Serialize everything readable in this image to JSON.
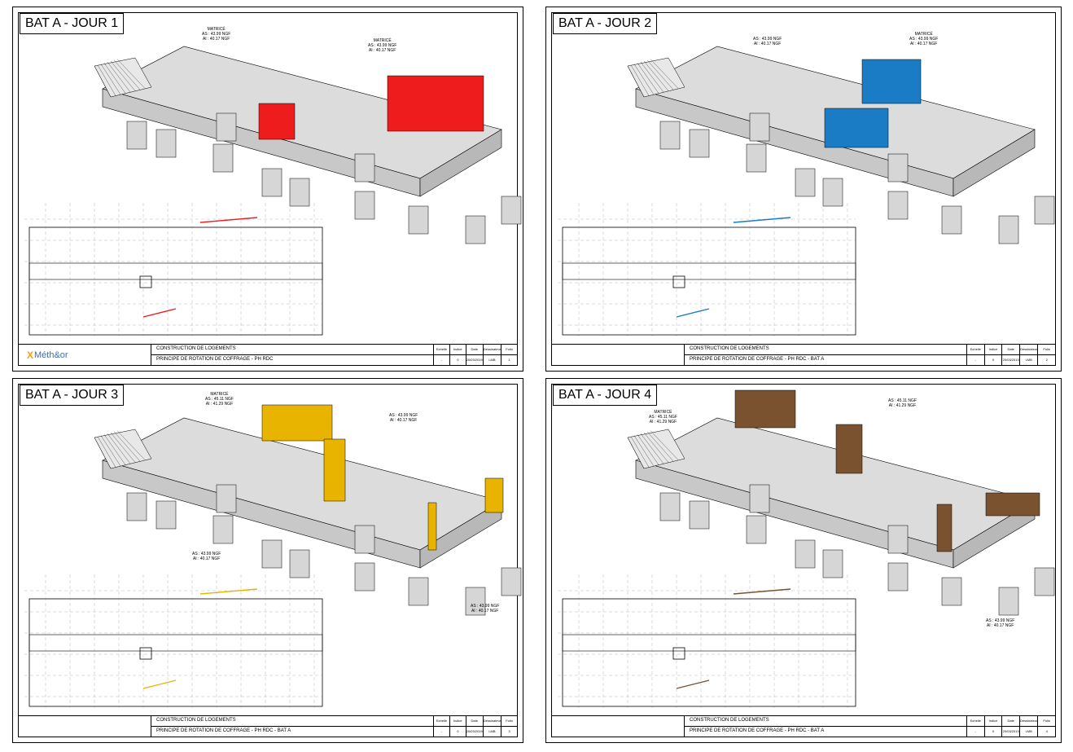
{
  "sheets": [
    {
      "title": "BAT A - JOUR 1",
      "logo": "Méth&or",
      "project": "CONSTRUCTION DE LOGEMENTS",
      "subtitle": "PRINCIPE DE ROTATION DE COFFRAGE - PH RDC",
      "cols": [
        [
          "Echelle",
          "-"
        ],
        [
          "Indice",
          "0"
        ],
        [
          "Date",
          "20/03/2019"
        ],
        [
          "Dessinateur",
          "LMB"
        ],
        [
          "Folio",
          "1"
        ]
      ],
      "accent": "#ee1c1c",
      "ann": [
        {
          "lines": [
            "MATRICÉ",
            "AS : 43.99 NGF",
            "AI : 40.17 NGF"
          ]
        },
        {
          "lines": [
            "MATRICÉ",
            "AS : 43.99 NGF",
            "AI : 40.17 NGF"
          ]
        }
      ]
    },
    {
      "title": "BAT A - JOUR 2",
      "logo": "",
      "project": "CONSTRUCTION DE LOGEMENTS",
      "subtitle": "PRINCIPE DE ROTATION DE COFFRAGE - PH RDC - BAT A",
      "cols": [
        [
          "Echelle",
          "-"
        ],
        [
          "Indice",
          "0"
        ],
        [
          "Date",
          "20/03/2019"
        ],
        [
          "Dessinateur",
          "LMB"
        ],
        [
          "Folio",
          "2"
        ]
      ],
      "accent": "#1a7cc4",
      "ann": [
        {
          "lines": [
            "AS : 43.99 NGF",
            "AI : 40.17 NGF"
          ]
        },
        {
          "lines": [
            "MATRICÉ",
            "AS : 43.99 NGF",
            "AI : 40.17 NGF"
          ]
        }
      ]
    },
    {
      "title": "BAT A - JOUR 3",
      "logo": "",
      "project": "CONSTRUCTION DE LOGEMENTS",
      "subtitle": "PRINCIPE DE ROTATION DE COFFRAGE - PH RDC - BAT A",
      "cols": [
        [
          "Echelle",
          "-"
        ],
        [
          "Indice",
          "0"
        ],
        [
          "Date",
          "20/03/2019"
        ],
        [
          "Dessinateur",
          "LMB"
        ],
        [
          "Folio",
          "3"
        ]
      ],
      "accent": "#e8b400",
      "ann": [
        {
          "lines": [
            "MATRICÉ",
            "AS : 45.11 NGF",
            "AI : 41.29 NGF"
          ]
        },
        {
          "lines": [
            "AS : 43.99 NGF",
            "AI : 40.17 NGF"
          ]
        },
        {
          "lines": [
            "AS : 43.99 NGF",
            "AI : 40.17 NGF"
          ]
        },
        {
          "lines": [
            "AS : 43.99 NGF",
            "AI : 40.17 NGF"
          ]
        }
      ]
    },
    {
      "title": "BAT A - JOUR 4",
      "logo": "",
      "project": "CONSTRUCTION DE LOGEMENTS",
      "subtitle": "PRINCIPE DE ROTATION DE COFFRAGE - PH RDC - BAT A",
      "cols": [
        [
          "Echelle",
          "-"
        ],
        [
          "Indice",
          "0"
        ],
        [
          "Date",
          "20/03/2019"
        ],
        [
          "Dessinateur",
          "LMB"
        ],
        [
          "Folio",
          "4"
        ]
      ],
      "accent": "#7a5230",
      "ann": [
        {
          "lines": [
            "MATRICÉ",
            "AS : 45.11 NGF",
            "AI : 41.29 NGF"
          ]
        },
        {
          "lines": [
            "AS : 45.11 NGF",
            "AI : 41.29 NGF"
          ]
        },
        {
          "lines": [
            "AS : 43.99 NGF",
            "AI : 40.17 NGF"
          ]
        }
      ]
    }
  ]
}
